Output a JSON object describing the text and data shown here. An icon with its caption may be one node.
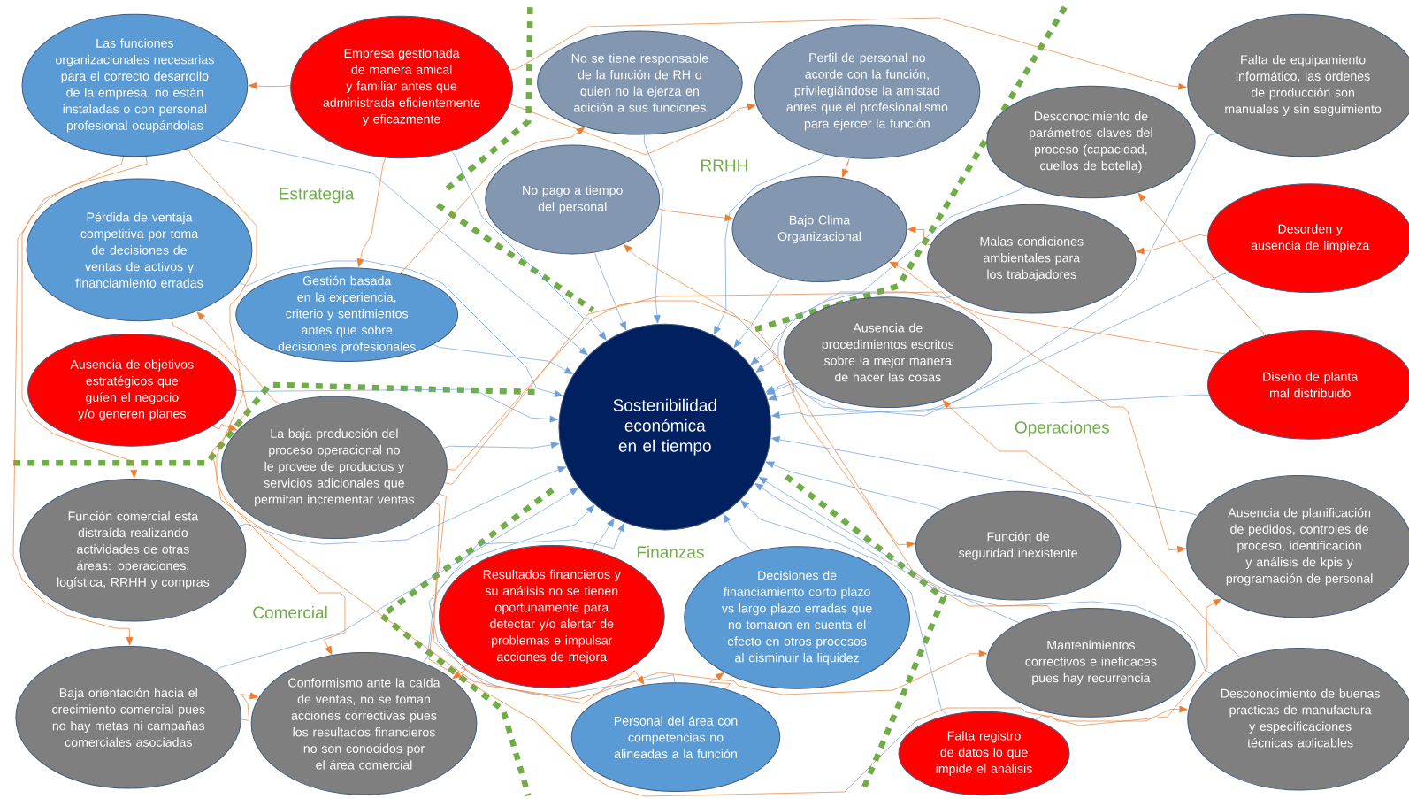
{
  "diagram": {
    "nodes": [
      {
        "text": [
          "Sostenibilidad económica en el tiempo"
        ]
      },
      {
        "text": [
          "Las funciones organizacionales necesarias para el correcto desarrollo de la empresa, no están instaladas o con personal profesional ocupándolas"
        ]
      },
      {
        "text": [
          "Empresa gestionada de manera amical y familiar antes que administrada eficientemente y eficazmente"
        ]
      },
      {
        "text": [
          "No se tiene responsable de la función de RH o quien no la ejerza en adición a sus funciones"
        ]
      },
      {
        "text": [
          "Perfil de personal no acorde con la función, privilegiándose la amistad antes que el profesionalismo para ejercer la función"
        ]
      },
      {
        "text": [
          "Falta de equipamiento informático, las órdenes de producción son manuales y sin seguimiento"
        ]
      },
      {
        "text": [
          "Desconocimiento de parámetros claves del proceso (capacidad, cuellos de botella)"
        ]
      },
      {
        "text": [
          "Pérdida de ventaja competitiva por toma de decisiones de ventas de activos y financiamiento erradas"
        ]
      },
      {
        "text": [
          "No pago a tiempo del personal"
        ]
      },
      {
        "text": [
          "Bajo Clima Organizacional"
        ]
      },
      {
        "text": [
          "Malas condiciones ambientales para los trabajadores"
        ]
      },
      {
        "text": [
          "Desorden y ausencia de limpieza"
        ]
      },
      {
        "text": [
          "Gestión basada en la experiencia, criterio y sentimientos antes que sobre decisiones profesionales"
        ]
      },
      {
        "text": [
          "Ausencia de procedimientos escritos sobre la mejor manera de hacer las cosas"
        ]
      },
      {
        "text": [
          "Ausencia de objetivos estratégicos que guíen el negocio y/o generen planes"
        ]
      },
      {
        "text": [
          "Diseño de planta mal distribuido"
        ]
      },
      {
        "text": [
          "La baja producción del proceso operacional no le provee de productos y servicios adicionales que permitan incrementar ventas"
        ]
      },
      {
        "text": [
          "Función comercial esta distraída realizando actividades de otras áreas: operaciones, logística,  RRHH y compras"
        ]
      },
      {
        "text": [
          "Función de seguridad inexistente"
        ]
      },
      {
        "text": [
          "Ausencia de planificación de pedidos, controles de proceso, identificación y análisis de kpis y programación de personal"
        ]
      },
      {
        "text": [
          "Resultados financieros y su análisis no se tienen oportunamente para detectar y/o alertar de problemas e impulsar acciones de mejora"
        ]
      },
      {
        "text": [
          "Decisiones de financiamiento corto plazo vs largo plazo erradas que no tomaron en cuenta el efecto en otros procesos al disminuir la liquidez"
        ]
      },
      {
        "text": [
          "Baja orientación hacia el crecimiento comercial pues no hay metas ni campañas comerciales asociadas"
        ]
      },
      {
        "text": [
          "Conformismo ante la caída de ventas, no se toman acciones correctivas pues los resultados financieros no son conocidos por el área comercial"
        ]
      },
      {
        "text": [
          "Mantenimientos correctivos e ineficaces pues hay recurrencia"
        ]
      },
      {
        "text": [
          "Desconocimiento de buenas practicas de manufactura y especificaciones técnicas aplicables"
        ]
      },
      {
        "text": [
          "Personal del área con competencias no alineadas a la función"
        ]
      },
      {
        "text": [
          "Falta registro de datos lo que impide el análisis"
        ]
      }
    ],
    "edges": [
      {
        "from": 1,
        "to": 0,
        "arrow": "to"
      },
      {
        "from": 2,
        "to": 0,
        "arrow": "to"
      },
      {
        "from": 3,
        "to": 0,
        "arrow": "to"
      },
      {
        "from": 4,
        "to": 0,
        "arrow": "to"
      },
      {
        "from": 5,
        "to": 0,
        "arrow": "to"
      },
      {
        "from": 6,
        "to": 0,
        "arrow": "to"
      },
      {
        "from": 7,
        "to": 0,
        "arrow": "to"
      },
      {
        "from": 8,
        "to": 0,
        "arrow": "to"
      },
      {
        "from": 9,
        "to": 0,
        "arrow": "to"
      },
      {
        "from": 10,
        "to": 0,
        "arrow": "to"
      },
      {
        "from": 11,
        "to": 0,
        "arrow": "to"
      },
      {
        "from": 12,
        "to": 0,
        "arrow": "to"
      },
      {
        "from": 13,
        "to": 0,
        "arrow": "to"
      },
      {
        "from": 14,
        "to": 0,
        "arrow": "to"
      },
      {
        "from": 15,
        "to": 0,
        "arrow": "to"
      },
      {
        "from": 16,
        "to": 0,
        "arrow": "to"
      },
      {
        "from": 17,
        "to": 0,
        "arrow": "to"
      },
      {
        "from": 18,
        "to": 0,
        "arrow": "to"
      },
      {
        "from": 19,
        "to": 0,
        "arrow": "to"
      },
      {
        "from": 20,
        "to": 0,
        "arrow": "to"
      },
      {
        "from": 21,
        "to": 0,
        "arrow": "to"
      },
      {
        "from": 22,
        "to": 0,
        "arrow": "to"
      },
      {
        "from": 23,
        "to": 0,
        "arrow": "to"
      },
      {
        "from": 24,
        "to": 0,
        "arrow": "to"
      },
      {
        "from": 25,
        "to": 0,
        "arrow": "to"
      },
      {
        "from": 26,
        "to": 0,
        "arrow": "to"
      },
      {
        "from": 27,
        "to": 0,
        "arrow": "to"
      },
      {
        "from": 2,
        "to": 1,
        "arrow": "to",
        "color": "#ed7d31"
      },
      {
        "from": 2,
        "to": 12,
        "arrow": "to",
        "color": "#ed7d31"
      },
      {
        "from": 2,
        "to": 4,
        "arrow": "to",
        "color": "#ed7d31"
      },
      {
        "from": 2,
        "to": 5,
        "arrow": "to",
        "color": "#ed7d31"
      },
      {
        "from": 1,
        "to": 17,
        "arrow": "to",
        "color": "#ed7d31"
      },
      {
        "from": 1,
        "to": 22,
        "arrow": "to",
        "color": "#ed7d31"
      },
      {
        "from": 4,
        "to": 9,
        "arrow": "to",
        "color": "#ed7d31"
      },
      {
        "from": 8,
        "to": 9,
        "arrow": "to",
        "color": "#ed7d31"
      },
      {
        "from": 10,
        "to": 9,
        "arrow": "to",
        "color": "#ed7d31"
      },
      {
        "from": 11,
        "to": 10,
        "arrow": "to",
        "color": "#ed7d31"
      },
      {
        "from": 12,
        "to": 3,
        "arrow": "to",
        "color": "#ed7d31"
      },
      {
        "from": 24,
        "to": 8,
        "arrow": "to",
        "color": "#ed7d31"
      },
      {
        "from": 15,
        "to": 9,
        "arrow": "to",
        "color": "#ed7d31"
      },
      {
        "from": 25,
        "to": 13,
        "arrow": "to",
        "color": "#ed7d31"
      },
      {
        "from": 15,
        "to": 6,
        "arrow": "to",
        "color": "#ed7d31"
      },
      {
        "from": 16,
        "to": 18,
        "arrow": "to",
        "color": "#ed7d31"
      },
      {
        "from": 16,
        "to": 19,
        "arrow": "to",
        "color": "#ed7d31"
      },
      {
        "from": 16,
        "to": 24,
        "arrow": "to",
        "color": "#ed7d31"
      },
      {
        "from": 16,
        "to": 25,
        "arrow": "to",
        "color": "#ed7d31"
      },
      {
        "from": 27,
        "to": 19,
        "arrow": "to",
        "color": "#ed7d31"
      },
      {
        "from": 20,
        "to": 23,
        "arrow": "to",
        "color": "#ed7d31"
      },
      {
        "from": 7,
        "to": 23,
        "arrow": "to",
        "color": "#ed7d31"
      },
      {
        "from": 22,
        "to": 23,
        "arrow": "to",
        "color": "#ed7d31"
      },
      {
        "from": 16,
        "to": 7,
        "arrow": "to",
        "color": "#ed7d31"
      },
      {
        "from": 14,
        "to": 16,
        "arrow": "to",
        "color": "#ed7d31"
      },
      {
        "from": 1,
        "to": 26,
        "arrow": "to",
        "color": "#ed7d31"
      },
      {
        "from": 26,
        "to": 21,
        "arrow": "to",
        "color": "#ed7d31"
      }
    ],
    "labels": [
      "Estrategia",
      "RRHH",
      "Operaciones",
      "Finanzas",
      "Comercial"
    ]
  }
}
